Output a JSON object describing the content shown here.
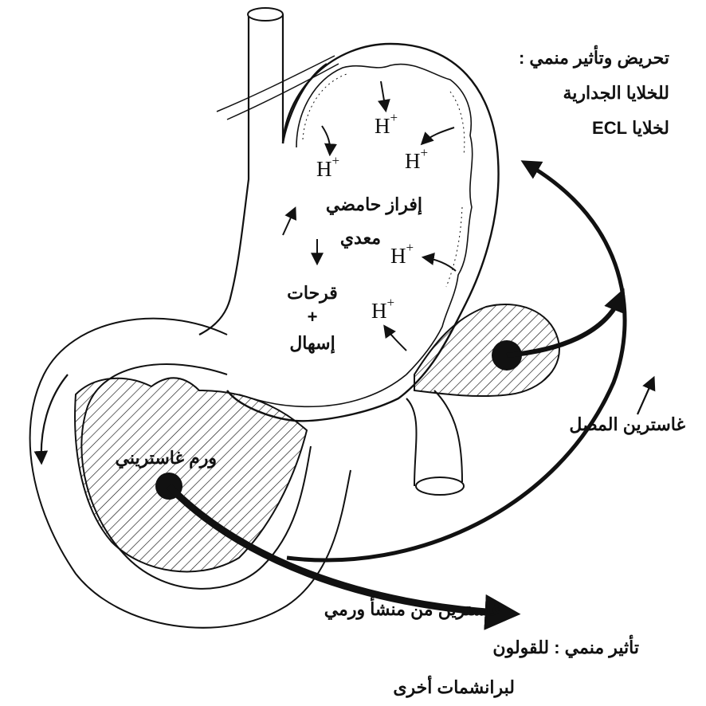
{
  "labels": {
    "stimulation_title": "تحريض وتأثير منمي :",
    "parietal_cells": "للخلايا الجدارية",
    "ecl_cells": "لخلايا ECL",
    "acid_secretion_line1": "إفراز حامضي",
    "acid_secretion_line2": "معدي",
    "ulcers": "قرحات",
    "plus": "+",
    "diarrhea": "إسهال",
    "gastrinoma": "ورم غاستريني",
    "serum_gastrin": "غاسترين المصل",
    "tumor_gastrin": "غاسترين من منشأ ورمي",
    "trophic_effect": "تأثير منمي : للقولون",
    "other_neoplasms": "لبرانشمات أخرى"
  },
  "ions": {
    "symbol": "H",
    "charge": "+"
  },
  "colors": {
    "ink": "#111111",
    "paper": "#ffffff"
  }
}
